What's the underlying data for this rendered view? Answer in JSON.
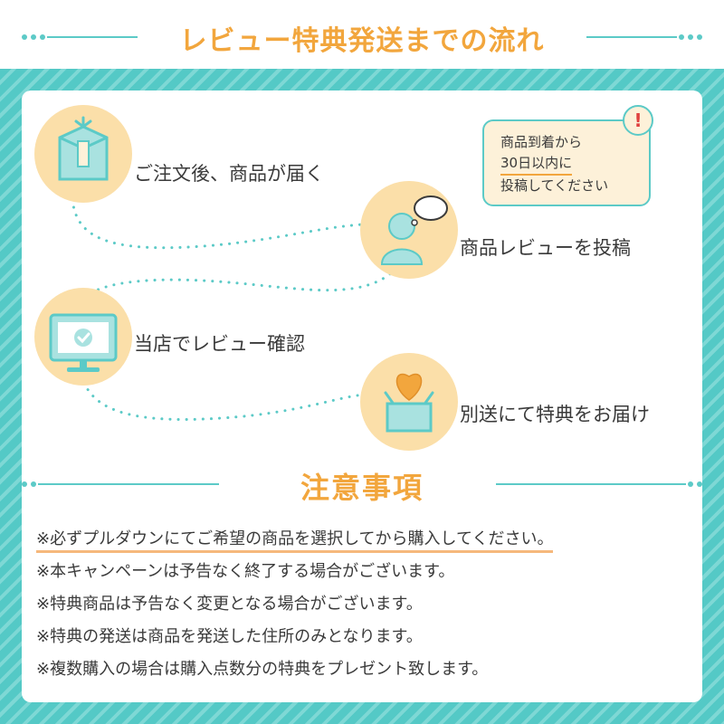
{
  "header": {
    "title": "レビュー特典発送までの流れ"
  },
  "flow": {
    "steps": [
      {
        "label": "ご注文後、商品が届く",
        "icon": "package-icon"
      },
      {
        "label": "商品レビューを投稿",
        "icon": "user-thinking-icon"
      },
      {
        "label": "当店でレビュー確認",
        "icon": "monitor-check-icon"
      },
      {
        "label": "別送にて特典をお届け",
        "icon": "gift-heart-icon"
      }
    ],
    "bubble": {
      "lines": [
        "商品到着から",
        "30日以内に",
        "投稿してください"
      ],
      "alert_mark": "!"
    }
  },
  "notes": {
    "title": "注意事項",
    "items": [
      "※必ずプルダウンにてご希望の商品を選択してから購入してください。",
      "※本キャンペーンは予告なく終了する場合がございます。",
      "※特典商品は予告なく変更となる場合がございます。",
      "※特典の発送は商品を発送した住所のみとなります。",
      "※複数購入の場合は購入点数分の特典をプレゼント致します。"
    ]
  },
  "colors": {
    "accent_orange": "#f2a63d",
    "accent_teal": "#5ccac7",
    "circle_fill": "#fbdfa9",
    "alert_red": "#e0413f"
  }
}
